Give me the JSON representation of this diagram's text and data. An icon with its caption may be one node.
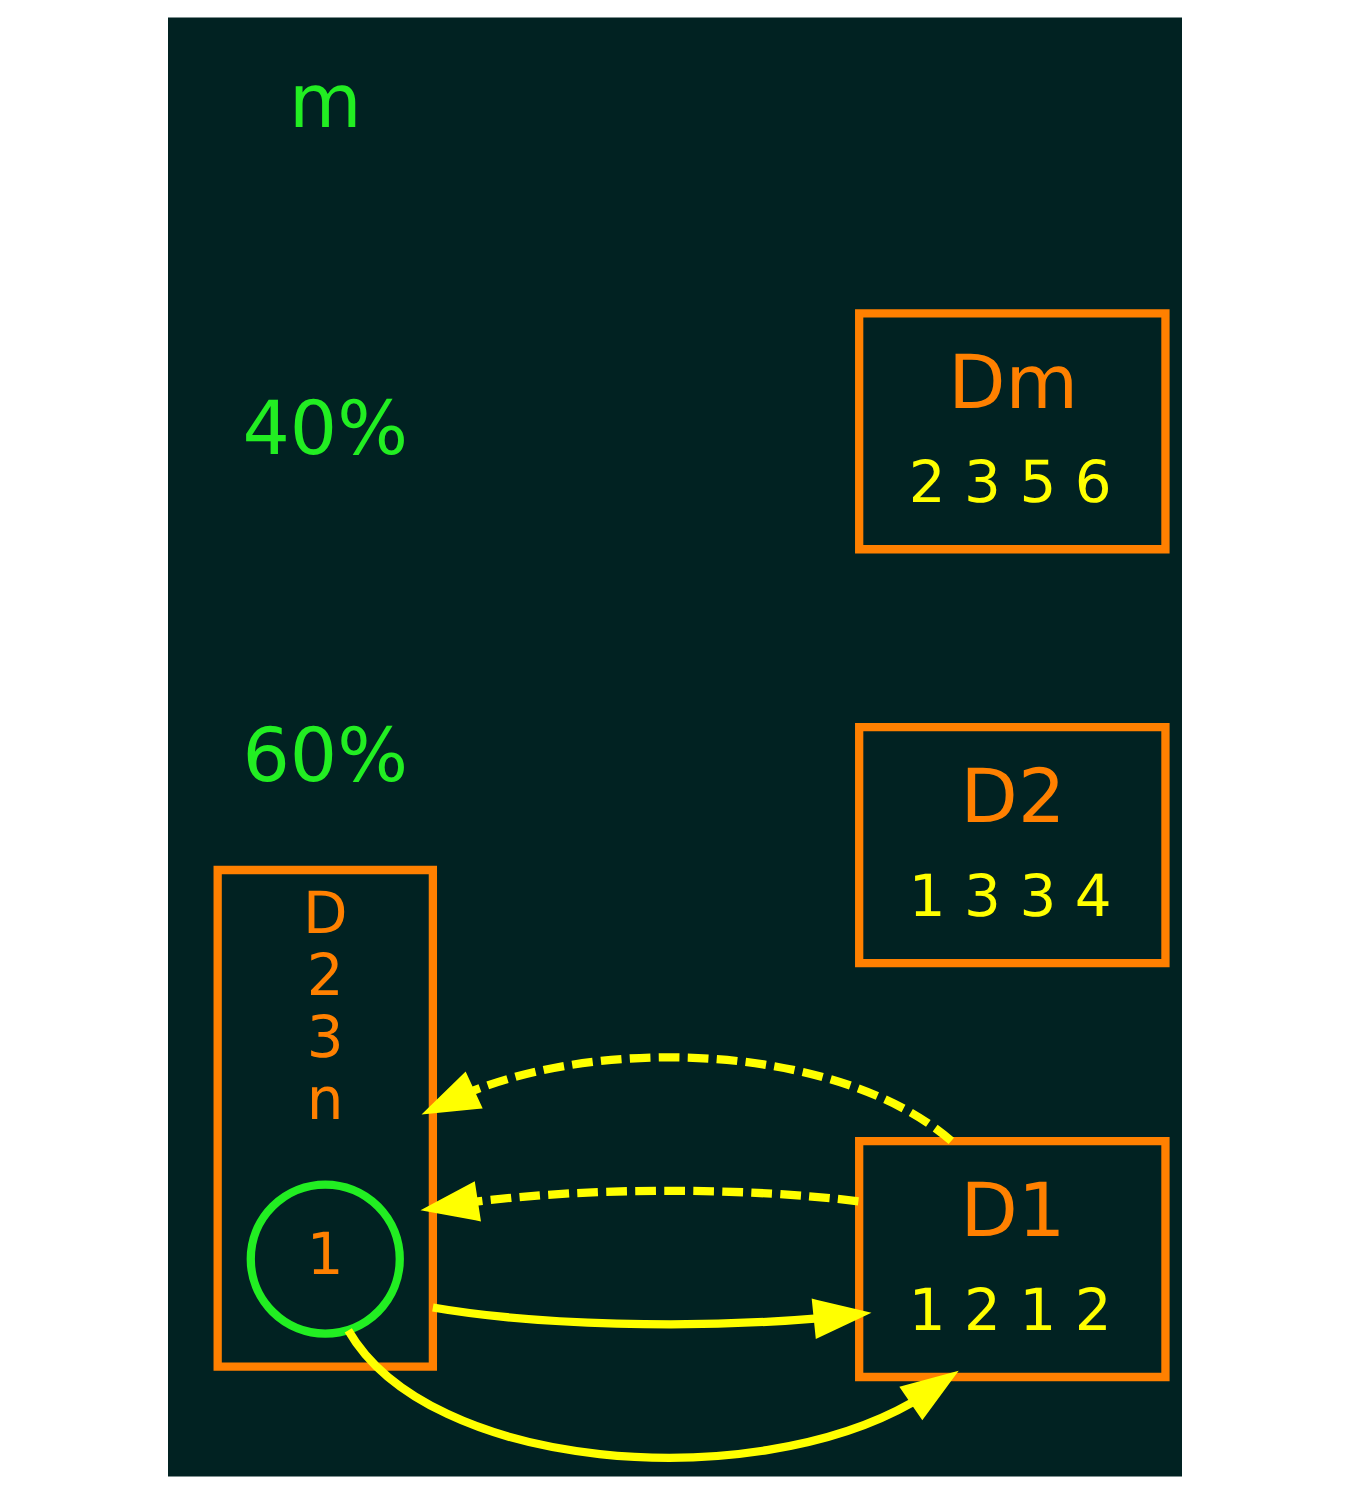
{
  "diagram": {
    "nodes": [
      {
        "text": [
          "D",
          "2",
          "3",
          "n"
        ]
      },
      {
        "text": [
          "1"
        ],
        "in": 0
      },
      {
        "text": [
          "D1",
          "1 2 1 2"
        ]
      },
      {
        "text": [
          "D2",
          "1 3 3 4"
        ]
      },
      {
        "text": [
          "Dm",
          "2 3 5 6"
        ]
      }
    ],
    "edges": [
      {
        "from": 1,
        "to": 2,
        "arrow": "to"
      },
      {
        "from": 0,
        "to": 2,
        "arrow": "to"
      },
      {
        "from": 2,
        "to": 0,
        "arrow": "to",
        "style": "dashed"
      },
      {
        "from": 2,
        "to": 0,
        "arrow": "to",
        "style": "dashed"
      }
    ],
    "labels": [
      "60%",
      "40%",
      "m"
    ]
  }
}
